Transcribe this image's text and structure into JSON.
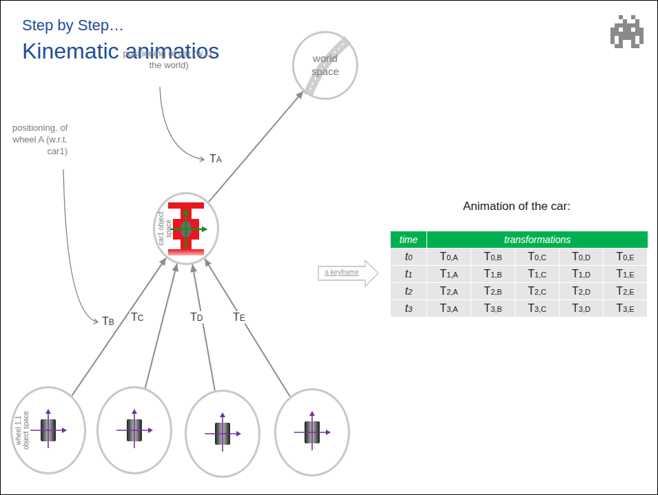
{
  "diagram": {
    "title": "Kinematic animatios",
    "nodes": [
      {
        "text": [
          "world space"
        ]
      },
      {
        "text": [
          "car1 object space"
        ]
      },
      {
        "text": [
          "wheel 1.1 object space"
        ]
      },
      {
        "text": []
      },
      {
        "text": []
      },
      {
        "text": []
      }
    ],
    "edges": [
      {
        "from": 1,
        "to": 0,
        "arrow": "to",
        "label": "TA"
      },
      {
        "from": 2,
        "to": 1,
        "arrow": "to",
        "label": "TB"
      },
      {
        "from": 3,
        "to": 1,
        "arrow": "to",
        "label": "TC"
      },
      {
        "from": 4,
        "to": 1,
        "arrow": "to",
        "label": "TD"
      },
      {
        "from": 5,
        "to": 1,
        "arrow": "to",
        "label": "TE"
      }
    ],
    "labels": [
      "Step by Step…",
      "positioning of car (w.r.t. the world)",
      "positioning. of wheel A (w.r.t. car1)",
      "Animation of the car:",
      "a keyframe",
      "time",
      "transformations",
      "t0",
      "T0,A",
      "T0,B",
      "T0,C",
      "T0,D",
      "T0,E",
      "t1",
      "T1,A",
      "T1,B",
      "T1,C",
      "T1,D",
      "T1,E",
      "t2",
      "T2,A",
      "T2,B",
      "T2,C",
      "T2,D",
      "T2,E",
      "t3",
      "T3,A",
      "T3,B",
      "T3,C",
      "T3,D",
      "T3,E"
    ]
  }
}
